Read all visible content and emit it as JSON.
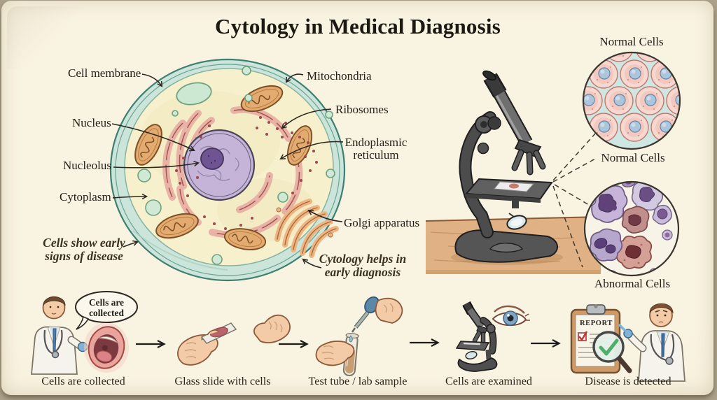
{
  "title": "Cytology in Medical Diagnosis",
  "cell_diagram": {
    "labels": {
      "membrane": "Cell membrane",
      "nucleus": "Nucleus",
      "nucleolus": "Nucleolus",
      "cytoplasm": "Cytoplasm",
      "mitochondria": "Mitochondria",
      "ribosomes": "Ribosomes",
      "endoplasmic_reticulum": "Endoplasmic\nreticulum",
      "golgi": "Golgi apparatus"
    },
    "notes": {
      "early_signs": "Cells show early\nsigns of disease",
      "early_diagnosis": "Cytology helps in\nearly diagnosis"
    }
  },
  "microscopy_panel": {
    "normal_cells_top_label": "Normal Cells",
    "normal_cells_mid_label": "Normal Cells",
    "abnormal_cells_label": "Abnormal Cells"
  },
  "workflow": {
    "speech_bubble": "Cells are\ncollected",
    "report_title": "REPORT",
    "steps": [
      {
        "caption": "Cells are collected"
      },
      {
        "caption": "Glass slide with cells"
      },
      {
        "caption": "Test tube / lab sample"
      },
      {
        "caption": "Cells are examined"
      },
      {
        "caption": "Disease is detected"
      }
    ]
  },
  "colors": {
    "paper": "#f8f1de",
    "ink": "#2b2520",
    "membrane_teal": "#cbe5da",
    "cytoplasm_yellow": "#f6f0cc",
    "nucleus_purple": "#c5b3d8",
    "nucleolus_purple": "#6f5494",
    "er_pink": "#e9b2a7",
    "organelle_orange": "#e3ab6f",
    "normal_cells_bg": "#cfe7e2",
    "abnormal_cell_purple": "#8d6ba0"
  }
}
